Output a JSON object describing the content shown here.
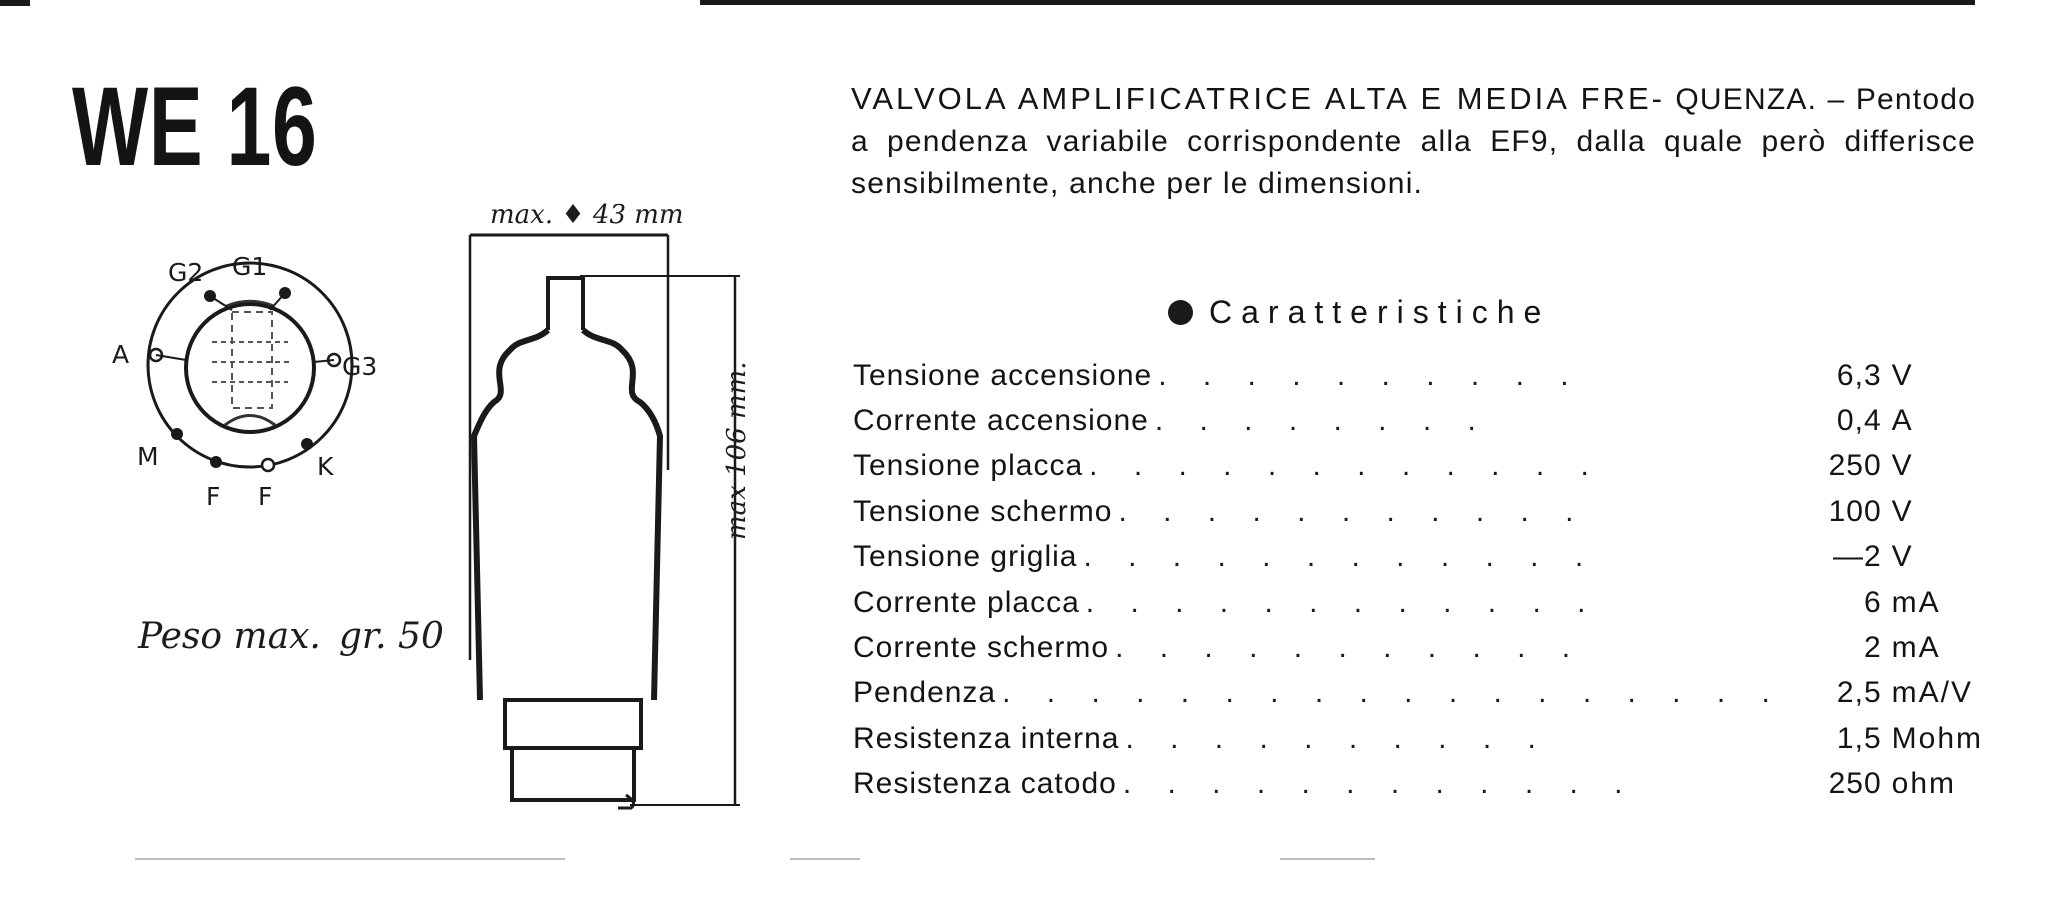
{
  "model": "WE 16",
  "description": {
    "heading": "VALVOLA AMPLIFICATRICE ALTA E MEDIA FRE-",
    "text": "QUENZA. – Pentodo a pendenza variabile corrispondente alla EF9, dalla quale però differisce sensibilmente, anche per le dimensioni."
  },
  "characteristics_title": "Caratteristiche",
  "characteristics": [
    {
      "label": "Tensione accensione",
      "value": "6,3",
      "unit": "V"
    },
    {
      "label": "Corrente accensione",
      "value": "0,4",
      "unit": "A"
    },
    {
      "label": "Tensione placca",
      "value": "250",
      "unit": "V"
    },
    {
      "label": "Tensione schermo",
      "value": "100",
      "unit": "V"
    },
    {
      "label": "Tensione griglia",
      "value": "—2",
      "unit": "V"
    },
    {
      "label": "Corrente placca",
      "value": "6",
      "unit": "mA"
    },
    {
      "label": "Corrente schermo",
      "value": "2",
      "unit": "mA"
    },
    {
      "label": "Pendenza",
      "value": "2,5",
      "unit": "mA/V"
    },
    {
      "label": "Resistenza interna",
      "value": "1,5",
      "unit": "Mohm"
    },
    {
      "label": "Resistenza catodo",
      "value": "250",
      "unit": "ohm"
    }
  ],
  "drawing": {
    "diameter_label": "max. ♦ 43 mm",
    "height_label": "max 106 mm.",
    "weight_label": "Peso max.",
    "weight_value": "gr. 50"
  },
  "pins": {
    "g2": "G2",
    "g1": "G1",
    "a": "A",
    "g3": "G3",
    "m": "M",
    "k": "K",
    "f1": "F",
    "f2": "F"
  }
}
